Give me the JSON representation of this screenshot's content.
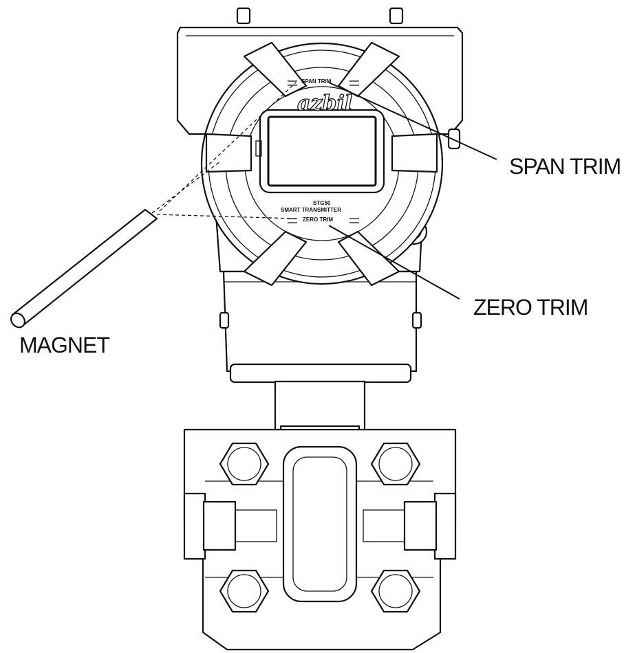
{
  "labels": {
    "span_trim": "SPAN TRIM",
    "zero_trim": "ZERO TRIM",
    "magnet": "MAGNET"
  },
  "device": {
    "brand": "azbil",
    "top_marking": "SPAN TRIM",
    "bottom_marking": "ZERO TRIM",
    "model": "STG50",
    "subtitle": "SMART TRANSMITTER"
  }
}
